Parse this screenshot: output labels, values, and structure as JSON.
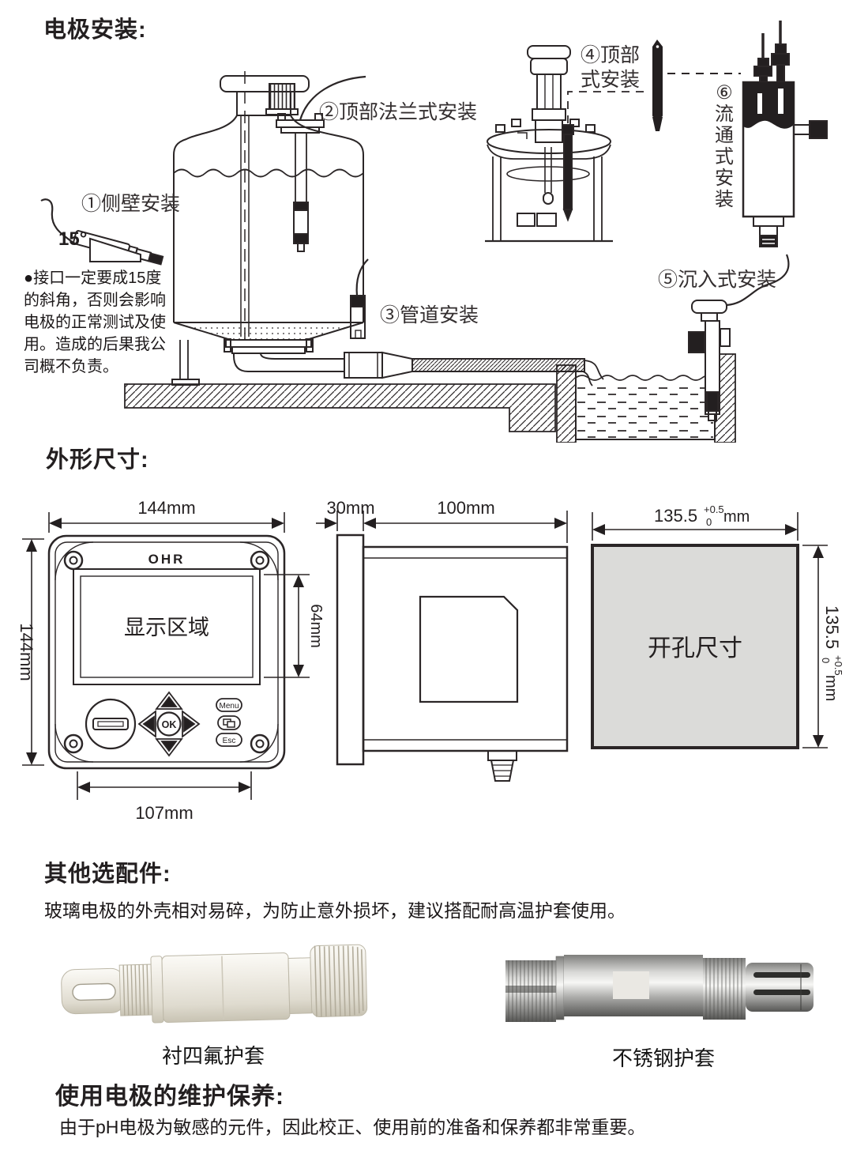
{
  "colors": {
    "ink": "#231f20",
    "cutout_fill": "#dbdbd9"
  },
  "installation": {
    "title": "电极安装:",
    "labels": {
      "side_wall": "①侧壁安装",
      "top_flange": "②顶部法兰式安装",
      "pipeline": "③管道安装",
      "top_mount": "④顶部\n式安装",
      "submerged": "⑤沉入式安装",
      "flow_through": "⑥\n流\n通\n式\n安\n装",
      "angle": "15°"
    },
    "note": "●接口一定要成15度\n的斜角，否则会影响\n电极的正常测试及使\n用。造成的后果我公\n司概不负责。"
  },
  "dimensions": {
    "title": "外形尺寸:",
    "front": {
      "brand": "OHR",
      "display_area": "显示区域",
      "width": "144mm",
      "height": "144mm",
      "display_height": "64mm",
      "bottom_width": "107mm",
      "btn_menu": "Menu",
      "btn_ok": "OK",
      "btn_esc": "Esc"
    },
    "side": {
      "bezel": "30mm",
      "depth": "100mm"
    },
    "cutout": {
      "label": "开孔尺寸",
      "value": "135.5",
      "tol_plus": "+0.5",
      "tol_minus": "0",
      "unit": "mm"
    }
  },
  "accessories": {
    "title": "其他选配件:",
    "description": "玻璃电极的外壳相对易碎，为防止意外损坏，建议搭配耐高温护套使用。",
    "items": [
      {
        "caption": "衬四氟护套"
      },
      {
        "caption": "不锈钢护套"
      }
    ]
  },
  "maintenance": {
    "title": "使用电极的维护保养:",
    "description": "由于pH电极为敏感的元件，因此校正、使用前的准备和保养都非常重要。"
  }
}
